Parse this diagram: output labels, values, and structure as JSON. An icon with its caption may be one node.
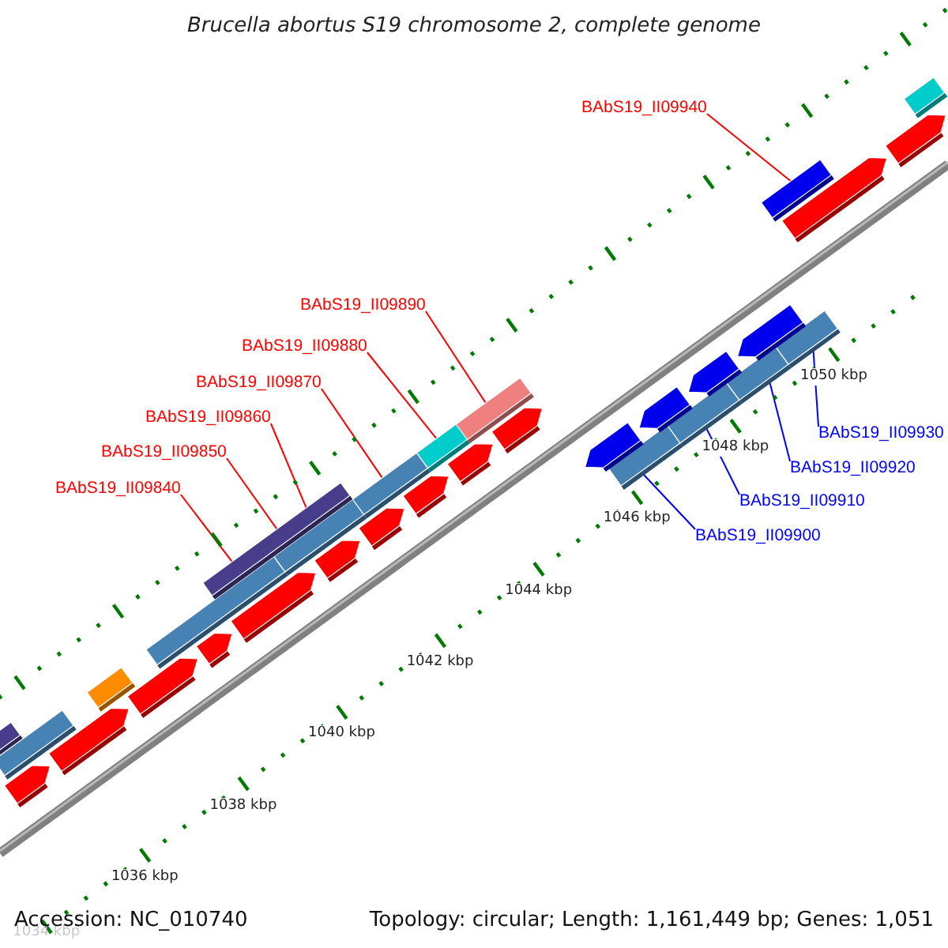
{
  "diagram": {
    "title": "Brucella abortus S19 chromosome 2, complete genome",
    "nodes": [
      {
        "text": [
          "BAbS19_II09840"
        ]
      },
      {
        "text": [
          "BAbS19_II09850"
        ]
      },
      {
        "text": [
          "BAbS19_II09860"
        ]
      },
      {
        "text": [
          "BAbS19_II09870"
        ]
      },
      {
        "text": [
          "BAbS19_II09880"
        ]
      },
      {
        "text": [
          "BAbS19_II09890"
        ]
      },
      {
        "text": [
          "BAbS19_II09900"
        ]
      },
      {
        "text": [
          "BAbS19_II09910"
        ]
      },
      {
        "text": [
          "BAbS19_II09920"
        ]
      },
      {
        "text": [
          "BAbS19_II09930"
        ]
      },
      {
        "text": [
          "BAbS19_II09940"
        ]
      },
      {
        "text": [],
        "shape": "bar"
      },
      {
        "text": [],
        "shape": "bar"
      },
      {
        "text": [],
        "shape": "bar"
      },
      {
        "text": [],
        "shape": "bar"
      },
      {
        "text": [],
        "shape": "bar"
      },
      {
        "text": [],
        "shape": "bar"
      },
      {
        "text": [],
        "shape": "bar"
      },
      {
        "text": [],
        "shape": "bar"
      },
      {
        "text": [],
        "shape": "bar"
      },
      {
        "text": [],
        "shape": "bar"
      },
      {
        "text": [],
        "shape": "bar"
      },
      {
        "text": [],
        "shape": "bar"
      },
      {
        "text": [],
        "shape": "bar"
      },
      {
        "text": [],
        "shape": "arrow"
      },
      {
        "text": [],
        "shape": "bar"
      },
      {
        "text": [],
        "shape": "arrow"
      },
      {
        "text": [],
        "shape": "arrow"
      },
      {
        "text": [],
        "shape": "arrow"
      },
      {
        "text": [],
        "shape": "arrow"
      },
      {
        "text": [],
        "shape": "arrow"
      },
      {
        "text": [],
        "shape": "arrow"
      },
      {
        "text": [],
        "shape": "arrow"
      },
      {
        "text": [],
        "shape": "arrow"
      },
      {
        "text": [],
        "shape": "arrow"
      },
      {
        "text": [],
        "shape": "arrow"
      },
      {
        "text": [],
        "shape": "arrow"
      },
      {
        "text": [],
        "shape": "arrow"
      },
      {
        "text": [],
        "shape": "arrow"
      },
      {
        "text": [],
        "shape": "arrow"
      },
      {
        "text": [],
        "shape": "arrow"
      },
      {
        "text": [],
        "shape": "bar"
      }
    ],
    "edges": [
      {
        "from": 0,
        "to": 11,
        "arrow": "none"
      },
      {
        "from": 1,
        "to": 12,
        "arrow": "none"
      },
      {
        "from": 2,
        "to": 13,
        "arrow": "none"
      },
      {
        "from": 3,
        "to": 14,
        "arrow": "none"
      },
      {
        "from": 4,
        "to": 15,
        "arrow": "none"
      },
      {
        "from": 5,
        "to": 16,
        "arrow": "none"
      },
      {
        "from": 6,
        "to": 17,
        "arrow": "none",
        "color": "#0000ff"
      },
      {
        "from": 7,
        "to": 18,
        "arrow": "none",
        "color": "#0000ff"
      },
      {
        "from": 8,
        "to": 19,
        "arrow": "none",
        "color": "#0000ff"
      },
      {
        "from": 9,
        "to": 20,
        "arrow": "none",
        "color": "#0000ff"
      },
      {
        "from": 10,
        "to": 21,
        "arrow": "none"
      }
    ],
    "labels": [
      "1034 kbp",
      "1036 kbp",
      "1038 kbp",
      "1040 kbp",
      "1042 kbp",
      "1044 kbp",
      "1046 kbp",
      "1048 kbp",
      "1050 kbp",
      "Accession: NC_010740",
      "Topology: circular; Length: 1,161,449 bp; Genes: 1,051"
    ]
  }
}
